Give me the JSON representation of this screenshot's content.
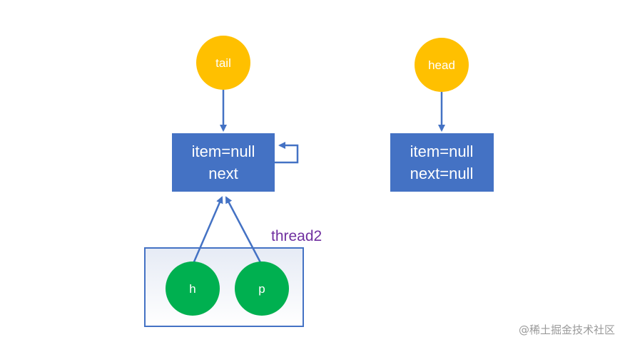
{
  "nodes": {
    "tail": "tail",
    "head": "head",
    "left_node": {
      "line1": "item=null",
      "line2": "next"
    },
    "right_node": {
      "line1": "item=null",
      "line2": "next=null"
    },
    "h": "h",
    "p": "p",
    "thread_label": "thread2"
  },
  "watermark": "@稀土掘金技术社区",
  "colors": {
    "pointer_circle": "#FFC000",
    "node_box": "#4472C4",
    "thread_circle": "#00B050",
    "arrow": "#4472C4",
    "thread_label": "#7030A0"
  }
}
